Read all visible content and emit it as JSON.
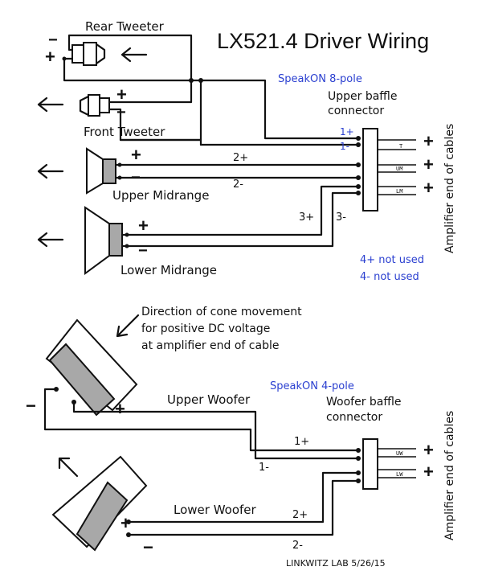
{
  "title": "LX521.4 Driver Wiring",
  "labels": {
    "rear_tweeter": "Rear Tweeter",
    "front_tweeter": "Front Tweeter",
    "upper_midrange": "Upper Midrange",
    "lower_midrange": "Lower Midrange",
    "upper_woofer": "Upper Woofer",
    "lower_woofer": "Lower Woofer",
    "direction_note": [
      "Direction of cone movement",
      "for positive DC voltage",
      "at amplifier end of cable"
    ],
    "credit": "LINKWITZ LAB 5/26/15"
  },
  "connector_8pole": {
    "type": "SpeakON 8-pole",
    "name_lines": [
      "Upper baffle",
      "connector"
    ],
    "pins": [
      "1+",
      "1-",
      "2+",
      "2-",
      "3+",
      "3-"
    ],
    "notes": [
      "4+  not used",
      "4-   not used"
    ],
    "channels": [
      "T",
      "UM",
      "LM"
    ],
    "side_label": "Amplifier end of cables"
  },
  "connector_4pole": {
    "type": "SpeakON 4-pole",
    "name_lines": [
      "Woofer baffle",
      "connector"
    ],
    "pins": [
      "1+",
      "1-",
      "2+",
      "2-"
    ],
    "channels": [
      "UW",
      "LW"
    ],
    "side_label": "Amplifier end of cables"
  },
  "signs": {
    "plus": "+",
    "minus": "−"
  }
}
